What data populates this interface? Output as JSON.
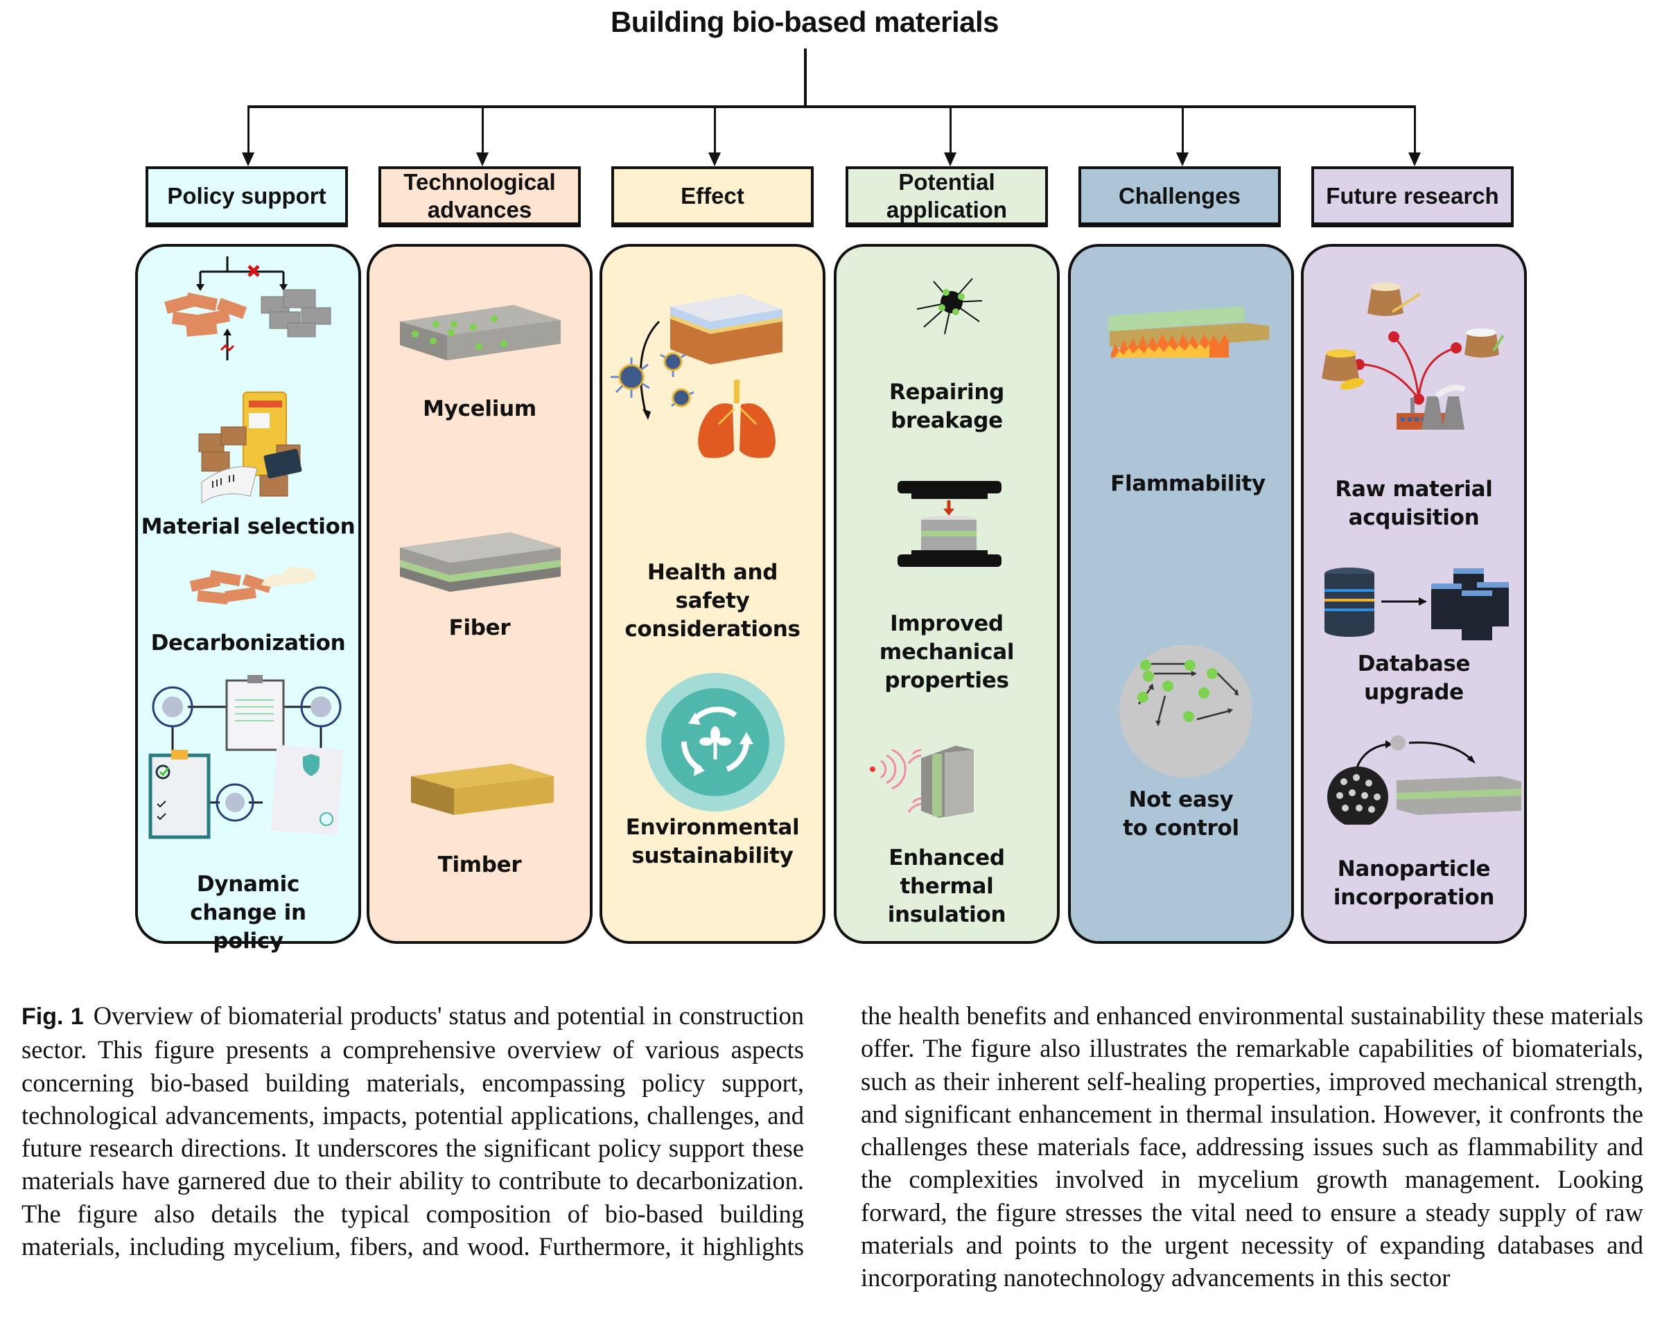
{
  "title": "Building bio-based materials",
  "colors": {
    "policy": "#e2fdfd",
    "tech": "#fde5d2",
    "effect": "#fdf1d0",
    "application": "#e2efda",
    "challenges": "#adc6d7",
    "future": "#dcd3e9",
    "line": "#111111"
  },
  "categories": [
    {
      "key": "policy",
      "header": "Policy support",
      "items": [
        {
          "label": "",
          "icon": "brick-vs-concrete-choice-icon"
        },
        {
          "label": "Material selection",
          "icon": "shopping-materials-icon"
        },
        {
          "label": "Decarbonization",
          "icon": "bricks-smoke-icon"
        },
        {
          "label": "Dynamic change in policy",
          "icon": "policy-documents-gears-icon"
        }
      ]
    },
    {
      "key": "tech",
      "header": "Technological advances",
      "items": [
        {
          "label": "Mycelium",
          "icon": "mycelium-block-icon"
        },
        {
          "label": "Fiber",
          "icon": "fiber-layers-icon"
        },
        {
          "label": "Timber",
          "icon": "timber-block-icon"
        }
      ]
    },
    {
      "key": "effect",
      "header": "Effect",
      "items": [
        {
          "label": "Health and safety considerations",
          "icon": "virus-lungs-icon"
        },
        {
          "label": "Environmental sustainability",
          "icon": "recycle-plant-icon"
        }
      ]
    },
    {
      "key": "application",
      "header": "Potential application",
      "items": [
        {
          "label": "Repairing breakage",
          "icon": "crack-repair-icon"
        },
        {
          "label": "Improved mechanical properties",
          "icon": "compression-test-icon"
        },
        {
          "label": "Enhanced thermal insulation",
          "icon": "thermal-waves-panel-icon"
        }
      ]
    },
    {
      "key": "challenges",
      "header": "Challenges",
      "items": [
        {
          "label": "Flammability",
          "icon": "fire-layers-icon"
        },
        {
          "label": "Not easy to control",
          "icon": "random-particles-icon"
        }
      ]
    },
    {
      "key": "future",
      "header": "Future research",
      "items": [
        {
          "label": "Raw material acquisition",
          "icon": "grain-sacks-factory-icon"
        },
        {
          "label": "Database upgrade",
          "icon": "database-servers-icon"
        },
        {
          "label": "Nanoparticle incorporation",
          "icon": "nanoparticle-layers-icon"
        }
      ]
    }
  ],
  "caption": {
    "fig_label": "Fig. 1",
    "text": "Overview of biomaterial products' status and potential in con­struction sector. This figure presents a comprehensive overview of various aspects concerning bio-based building materials, encompass­ing policy support, technological advancements, impacts, potential applications, challenges, and future research directions. It underscores the significant policy support these materials have garnered due to their ability to contribute to decarbonization. The figure also details the typical composition of bio-based building materials, including mycelium, fibers, and wood. Furthermore, it highlights the health benefits and enhanced environmental sustainability these materials offer. The figure also illustrates the remarkable capabilities of bio­materials, such as their inherent self-healing properties, improved mechanical strength, and significant enhancement in thermal insu­lation. However, it confronts the challenges these materials face, addressing issues such as flammability and the complexities involved in mycelium growth management. Looking forward, the figure stresses the vital need to ensure a steady supply of raw materials and points to the urgent necessity of expanding databases and incorporat­ing nanotechnology advancements in this sector"
  }
}
